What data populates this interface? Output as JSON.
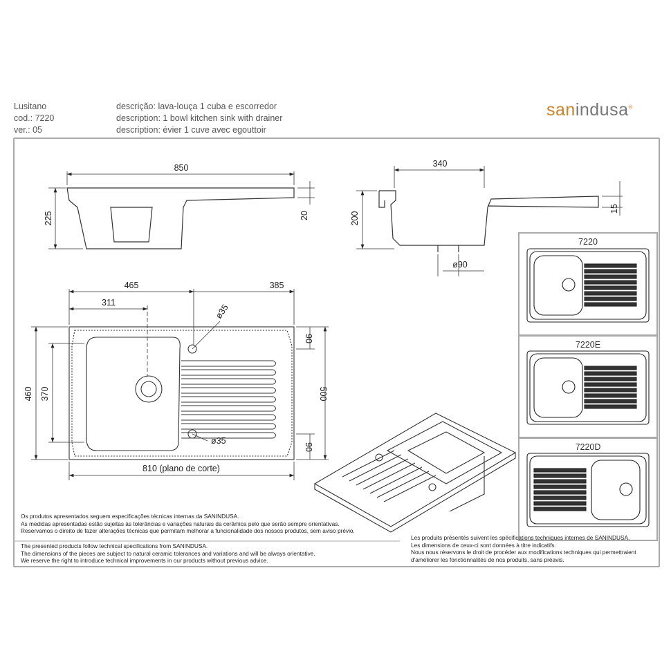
{
  "header": {
    "product_name": "Lusitano",
    "code": "cod.: 7220",
    "version": "ver.: 05",
    "description_pt": "descrição: lava-louça 1 cuba e escorredor",
    "description_en": "description: 1 bowl kitchen sink with drainer",
    "description_fr": "description: évier 1 cuve avec egouttoir",
    "logo_prefix": "san",
    "logo_suffix": "indusa",
    "logo_mark": "®"
  },
  "dimensions": {
    "side_length": "850",
    "side_height": "225",
    "side_rim": "20",
    "section_width": "340",
    "section_height": "200",
    "section_rim": "15",
    "drain_diameter": "ø90",
    "plan_465": "465",
    "plan_385": "385",
    "plan_311": "311",
    "plan_460": "460",
    "plan_370": "370",
    "plan_500": "500",
    "plan_90_top": "90",
    "plan_90_bottom": "90",
    "tap_hole_top": "ø35",
    "tap_hole_bottom": "ø35",
    "cut_out": "810 (plano de corte)"
  },
  "variants": [
    {
      "label": "7220"
    },
    {
      "label": "7220E"
    },
    {
      "label": "7220D"
    }
  ],
  "notes": {
    "pt": [
      "Os produtos apresentados seguem especificações técnicas internas da SANINDUSA.",
      "As medidas apresentadas estão sujeitas às tolerâncias e variações naturais da cerâmica pelo que serão sempre orientativas.",
      "Reservamos o direito de fazer alterações técnicas que permitam melhorar a funcionalidade dos nossos produtos, sem aviso prévio."
    ],
    "en": [
      "The presented products follow technical specifications from SANINDUSA.",
      "The dimensions of the pieces are subject to natural ceramic tolerances and variations and will be always orientative.",
      "We reserve the right to introduce technical improvements in our products without previous advice."
    ],
    "fr": [
      "Les produits présentés suivent les spécifications techniques internes de SANINDUSA.",
      "Les dimensions de ceux-ci sont données à titre indicatifs.",
      "Nous nous réservons le droit de procéder aux modifications techniques qui permettraient",
      "d'améliorer les fonctionnalités de nos produits, sans préavis."
    ]
  },
  "colors": {
    "brand_orange": "#c8842a",
    "brand_gray": "#777777",
    "frame": "#999999"
  }
}
